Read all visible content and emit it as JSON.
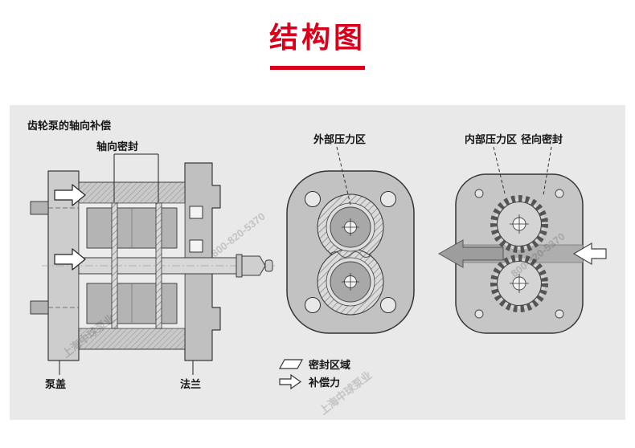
{
  "page": {
    "title": "结构图"
  },
  "diagram": {
    "heading": "齿轮泵的轴向补偿",
    "labels": {
      "axial_seal": "轴向密封",
      "external_pressure_zone": "外部压力区",
      "internal_pressure_zone": "内部压力区",
      "radial_seal": "径向密封",
      "pump_cover": "泵盖",
      "flange": "法兰"
    },
    "legend": {
      "seal_area": "密封区域",
      "compensation_force": "补偿力"
    },
    "watermark": {
      "brand": "上海中球泵业",
      "phone": "800-820-5370"
    },
    "colors": {
      "accent": "#d9001b",
      "panel_bg": "#e9e9e9"
    }
  }
}
